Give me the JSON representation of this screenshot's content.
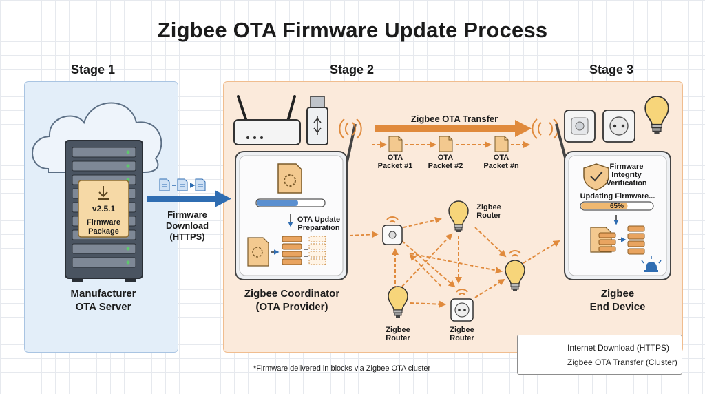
{
  "title": "Zigbee OTA Firmware Update Process",
  "stages": [
    "Stage 1",
    "Stage 2",
    "Stage 3"
  ],
  "server": {
    "version": "v2.5.1",
    "package_line1": "Firmware",
    "package_line2": "Package",
    "label_line1": "Manufacturer",
    "label_line2": "OTA Server"
  },
  "download": {
    "line1": "Firmware",
    "line2": "Download",
    "line3": "(HTTPS)"
  },
  "ota_transfer": "Zigbee OTA Transfer",
  "packets": [
    {
      "line1": "OTA",
      "line2": "Packet #1"
    },
    {
      "line1": "OTA",
      "line2": "Packet #2"
    },
    {
      "line1": "OTA",
      "line2": "Packet #n"
    }
  ],
  "coordinator": {
    "prep_line1": "OTA Update",
    "prep_line2": "Preparation",
    "label_line1": "Zigbee Coordinator",
    "label_line2": "(OTA Provider)"
  },
  "routers": {
    "line1": "Zigbee",
    "line2": "Router"
  },
  "end_device": {
    "verify_line1": "Firmware",
    "verify_line2": "Integrity",
    "verify_line3": "Verification",
    "updating": "Updating Firmware...",
    "progress_text": "65%",
    "progress": 0.65,
    "label_line1": "Zigbee",
    "label_line2": "End Device"
  },
  "footnote": "*Firmware delivered in blocks via Zigbee OTA cluster",
  "legend": {
    "internet": "Internet Download (HTTPS)",
    "zigbee": "Zigbee OTA Transfer (Cluster)"
  },
  "colors": {
    "internet": "#2f6db2",
    "zigbee": "#e08a3c",
    "stage1_bg": "#e3eef9",
    "stage23_bg": "#fbeadb"
  }
}
